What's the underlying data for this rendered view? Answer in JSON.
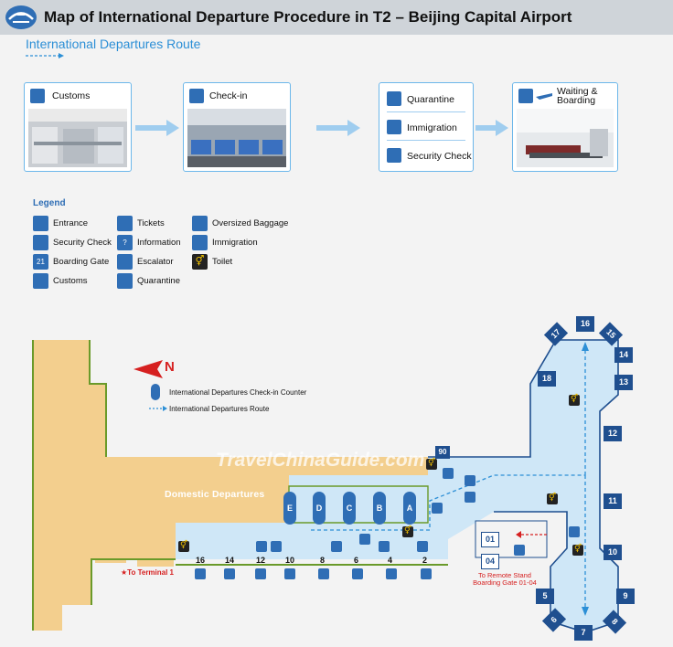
{
  "header": {
    "title": "Map of International Departure Procedure in T2 – Beijing Capital Airport",
    "logo_icon": "airplane-logo-icon"
  },
  "route": {
    "title": "International Departures Route",
    "steps": [
      {
        "label": "Customs",
        "icon": "customs-icon"
      },
      {
        "label": "Check-in",
        "icon": "checkin-icon"
      },
      {
        "label_1": "Quarantine",
        "label_2": "Immigration",
        "label_3": "Security Check"
      },
      {
        "label": "Waiting & Boarding",
        "icon": "waiting-boarding-icon"
      }
    ]
  },
  "legend": {
    "title": "Legend",
    "items": [
      {
        "label": "Entrance",
        "icon": "entrance-icon"
      },
      {
        "label": "Security Check",
        "icon": "security-check-icon"
      },
      {
        "label": "Boarding Gate",
        "icon": "boarding-gate-icon",
        "symbol": "21"
      },
      {
        "label": "Customs",
        "icon": "customs-icon"
      },
      {
        "label": "Tickets",
        "icon": "tickets-icon"
      },
      {
        "label": "Information",
        "icon": "information-icon"
      },
      {
        "label": "Escalator",
        "icon": "escalator-icon"
      },
      {
        "label": "Quarantine",
        "icon": "quarantine-icon"
      },
      {
        "label": "Oversized Baggage",
        "icon": "oversized-baggage-icon"
      },
      {
        "label": "Immigration",
        "icon": "immigration-icon"
      },
      {
        "label": "Toilet",
        "icon": "toilet-icon"
      }
    ]
  },
  "map": {
    "compass_label": "N",
    "map_legend": {
      "counter": "International Departures Check-in Counter",
      "route": "International Departures Route"
    },
    "watermark": "TravelChinaGuide.com",
    "domestic_label": "Domestic Departures",
    "terminal_link": "★To Terminal 1",
    "remote_stand": "To Remote Stand Boarding Gate 01-04",
    "counters": [
      "E",
      "D",
      "C",
      "B",
      "A"
    ],
    "bottom_gates": [
      "16",
      "14",
      "12",
      "10",
      "8",
      "6",
      "4",
      "2"
    ],
    "right_gates": [
      "17",
      "16",
      "15",
      "14",
      "13",
      "18",
      "12",
      "11",
      "10",
      "9",
      "8",
      "7",
      "6",
      "5"
    ],
    "remote_gates": [
      "01",
      "04"
    ],
    "gate_90": "90"
  },
  "colors": {
    "domestic": "#f3cf8e",
    "international": "#cfe7f7",
    "gate": "#1f4f8f",
    "route": "#2c8fd6",
    "border_green": "#6a9a2a"
  }
}
